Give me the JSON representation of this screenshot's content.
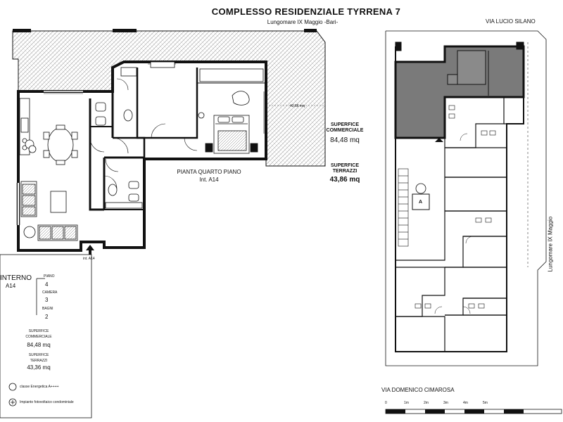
{
  "header": {
    "title": "COMPLESSO RESIDENZIALE TYRRENA 7",
    "subtitle": "Lungomare IX Maggio -Bari-"
  },
  "plan": {
    "floor_label": "PIANTA QUARTO PIANO",
    "unit_label": "Int. A14",
    "terrace_tag": "43,86 mq",
    "entrance_tag": "int. A14"
  },
  "surfaces": {
    "commercial_label_1": "SUPERFICE",
    "commercial_label_2": "COMMERCIALE",
    "commercial_value": "84,48 mq",
    "terrace_label_1": "SUPERFICE",
    "terrace_label_2": "TERRAZZI",
    "terrace_value": "43,86 mq"
  },
  "info_box": {
    "interno_label": "INTERNO",
    "interno_value": "A14",
    "piano_label": "PIANO",
    "piano_value": "4",
    "camera_label": "CAMERA",
    "camera_value": "3",
    "bagni_label": "BAGNI",
    "bagni_value": "2",
    "commercial_label_1": "SUPERFICE",
    "commercial_label_2": "COMMERCIALE",
    "commercial_value": "84,48 mq",
    "terrace_label_1": "SUPERFICE",
    "terrace_label_2": "TERRAZZI",
    "terrace_value": "43,36 mq",
    "energy_class": "classe Energetica A++++",
    "photovoltaic": "Impianto fotovoltaico condominiale"
  },
  "site_plan": {
    "street_top": "VIA LUCIO SILANO",
    "street_right": "Lungomare IX Maggio",
    "street_bottom": "VIA DOMENICO CIMAROSA",
    "lift_letter": "A"
  },
  "scale_bar": {
    "ticks": [
      "0",
      "1m",
      "2m",
      "3m",
      "4m",
      "5m"
    ]
  },
  "colors": {
    "wall": "#111111",
    "highlight": "#7a7a7a",
    "terrace_tile": "#d8d8d8"
  }
}
